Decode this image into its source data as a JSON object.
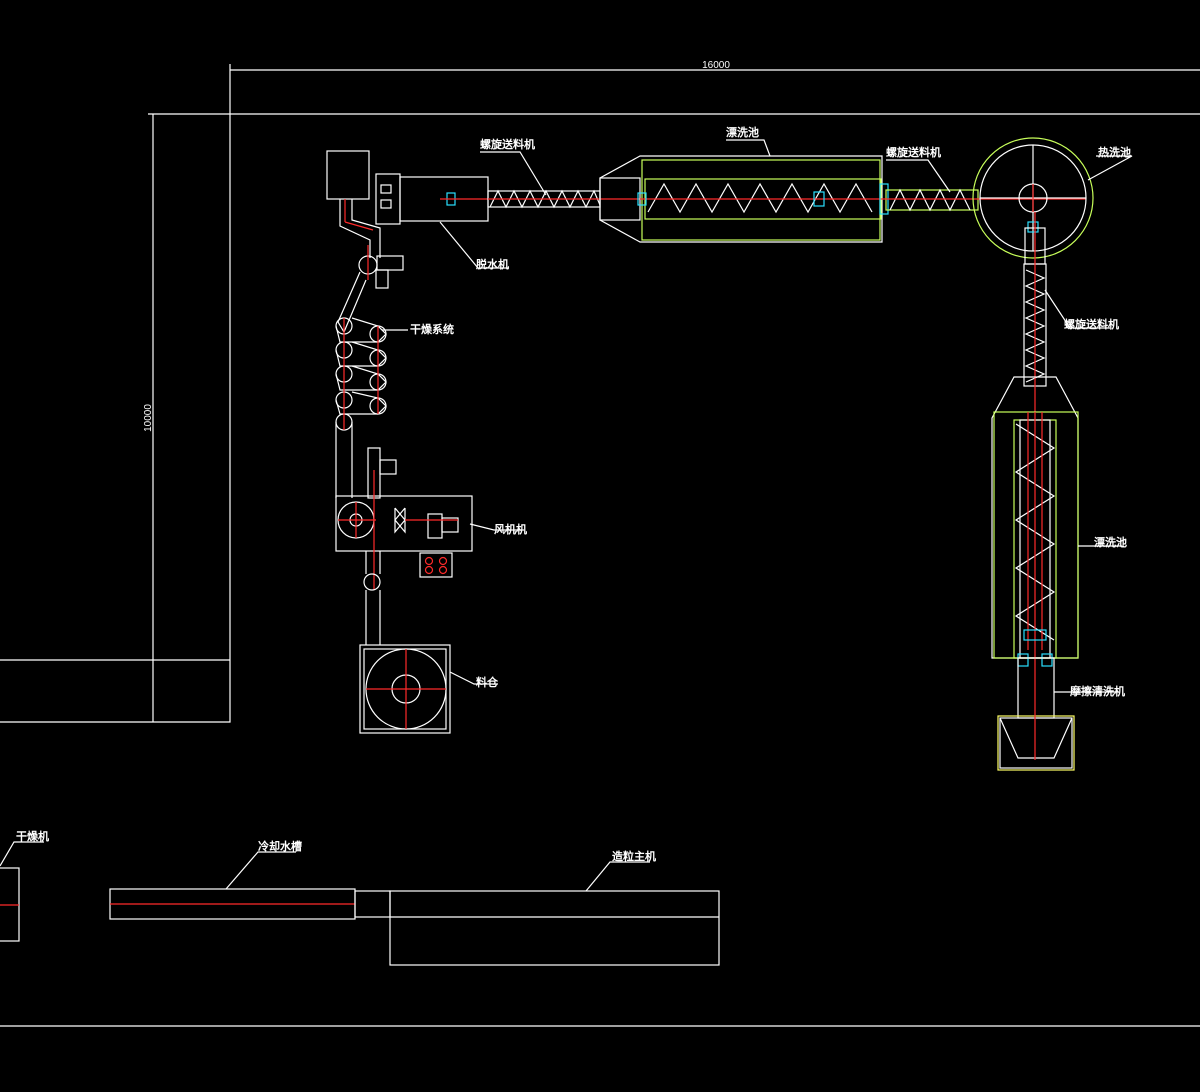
{
  "drawing": {
    "background_color": "#000000",
    "line_color": "#ffffff",
    "accent_colors": {
      "centerline": "#ff2a2a",
      "hopper": "#c8ff5a",
      "bearing": "#28e0ff"
    },
    "dimensions": {
      "width_label": "16000",
      "height_label": "10000"
    },
    "labels": {
      "screw_feeder_top_left": "螺旋送料机",
      "washer_top": "漂洗池",
      "screw_feeder_top_right": "螺旋送料机",
      "hot_wash": "热洗池",
      "dewater": "脱水机",
      "dry_system": "干燥系统",
      "screw_feeder_right": "螺旋送料机",
      "fan": "风机机",
      "washer_right": "漂洗池",
      "silo": "料仓",
      "crusher": "摩擦清洗机",
      "dryer_bottom": "干燥机",
      "cooling_tank": "冷却水槽",
      "extruder": "造粒主机"
    }
  }
}
